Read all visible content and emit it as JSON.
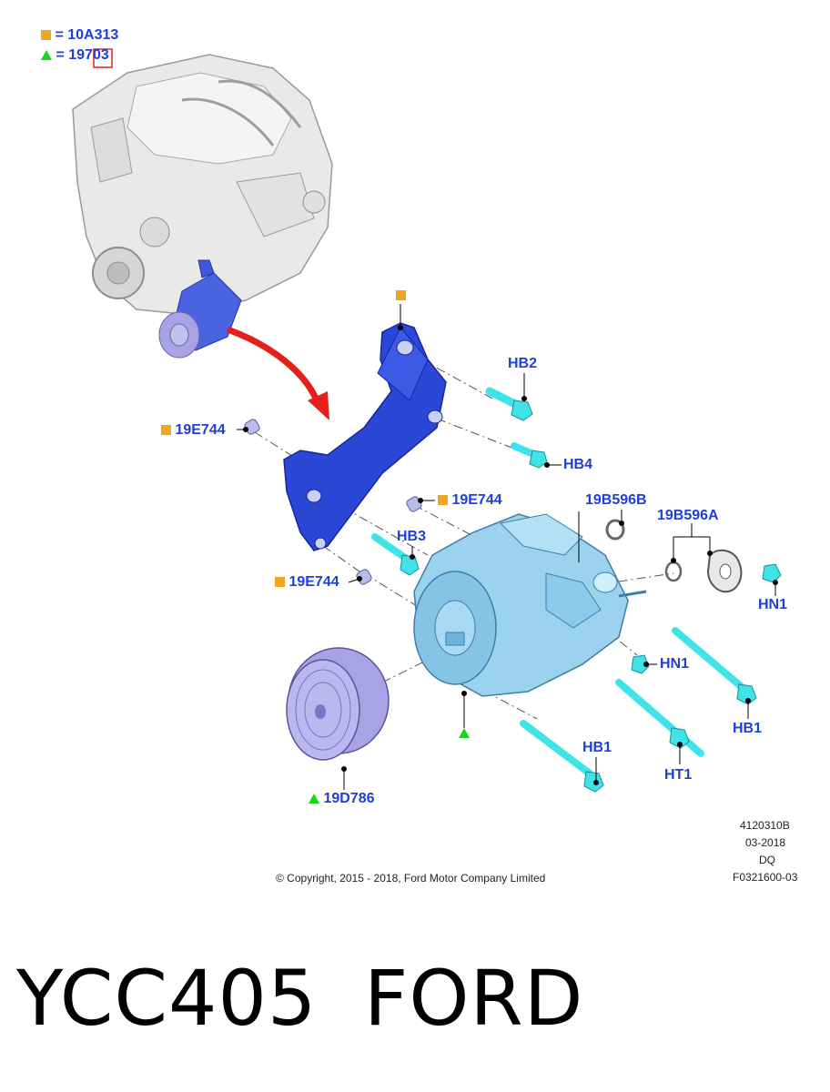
{
  "legend": {
    "square_code": "10A313",
    "triangle_code": "19703",
    "equals": "="
  },
  "labels": {
    "hb2": "HB2",
    "hb4": "HB4",
    "hb3": "HB3",
    "hn1_right": "HN1",
    "hn1_mid": "HN1",
    "hb1_right": "HB1",
    "hb1_bottom": "HB1",
    "ht1": "HT1",
    "bushing_left": "19E744",
    "bushing_mid": "19E744",
    "bushing_low": "19E744",
    "gasket_b": "19B596B",
    "gasket_a": "19B596A",
    "pulley": "19D786"
  },
  "info": {
    "line1": "4120310B",
    "line2": "03-2018",
    "line3": "DQ",
    "line4": "F0321600-03",
    "copyright": "© Copyright, 2015 - 2018, Ford Motor Company Limited"
  },
  "caption": {
    "part": "YCC405",
    "brand": "FORD"
  },
  "colors": {
    "label_blue": "#1e3fd8",
    "square_orange": "#f2a61f",
    "triangle_green": "#19d619",
    "bracket_blue": "#2b47d6",
    "compressor_blue": "#9bd3ee",
    "bolt_cyan": "#3fe3e8",
    "pulley_lavender": "#a9a3e3",
    "arrow_red": "#e3201b"
  }
}
